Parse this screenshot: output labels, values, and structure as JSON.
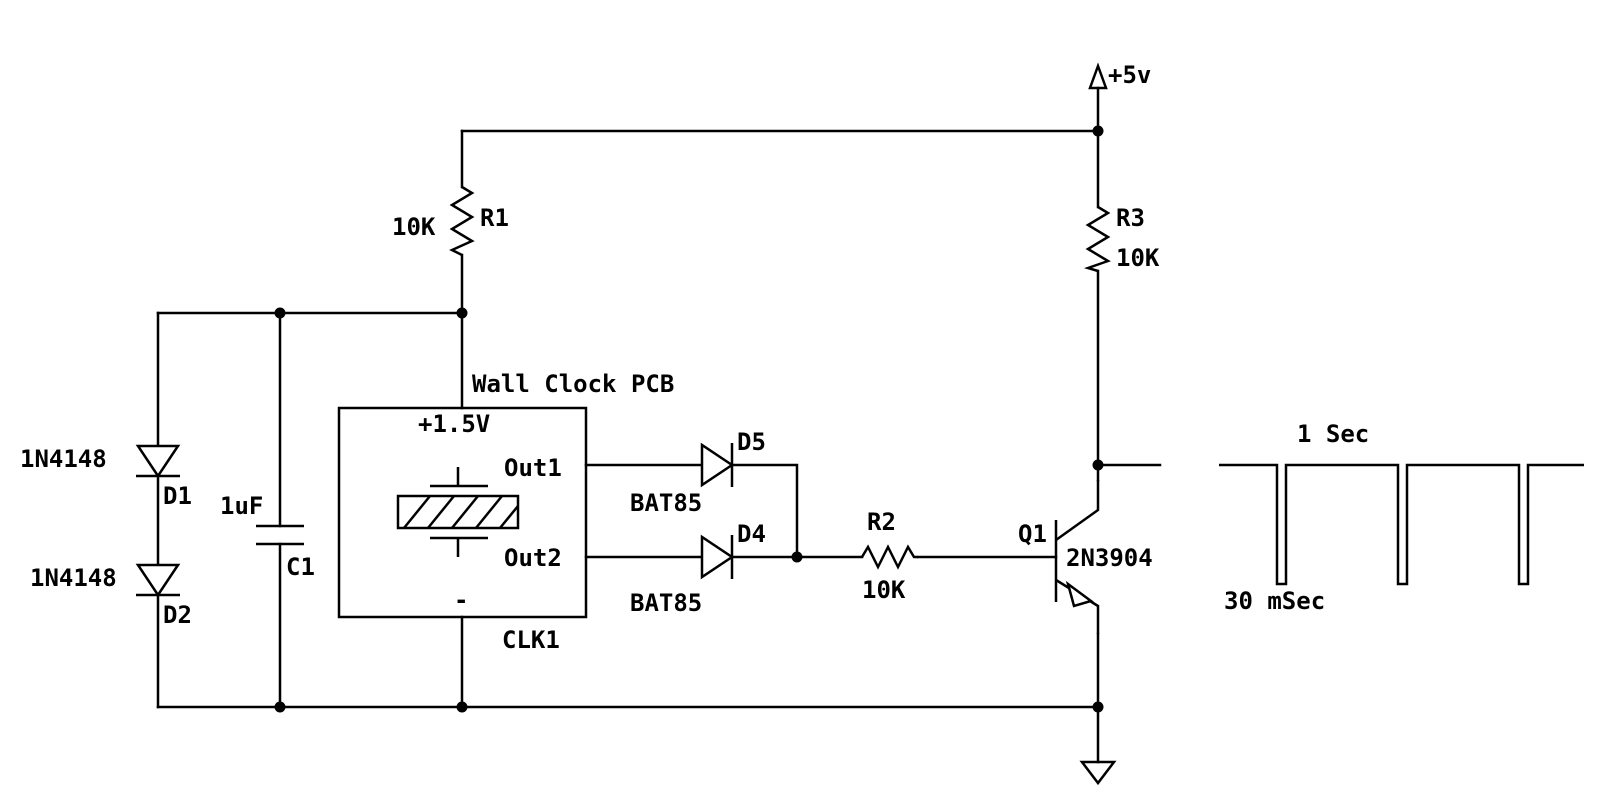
{
  "supply": {
    "label": "+5v"
  },
  "resistors": [
    {
      "ref": "R1",
      "value": "10K"
    },
    {
      "ref": "R2",
      "value": "10K"
    },
    {
      "ref": "R3",
      "value": "10K"
    }
  ],
  "capacitor": {
    "ref": "C1",
    "value": "1uF"
  },
  "diodes": [
    {
      "ref": "D1",
      "part": "1N4148"
    },
    {
      "ref": "D2",
      "part": "1N4148"
    },
    {
      "ref": "D4",
      "part": "BAT85"
    },
    {
      "ref": "D5",
      "part": "BAT85"
    }
  ],
  "clock_pcb": {
    "title": "Wall Clock PCB",
    "ref": "CLK1",
    "pin_plus": "+1.5V",
    "pin_minus": "-",
    "out1": "Out1",
    "out2": "Out2"
  },
  "transistor": {
    "ref": "Q1",
    "part": "2N3904"
  },
  "waveform": {
    "period_label": "1 Sec",
    "pulse_label": "30 mSec",
    "pulse_count": 3
  },
  "colors": {
    "ink": "#000000",
    "background": "#ffffff"
  }
}
